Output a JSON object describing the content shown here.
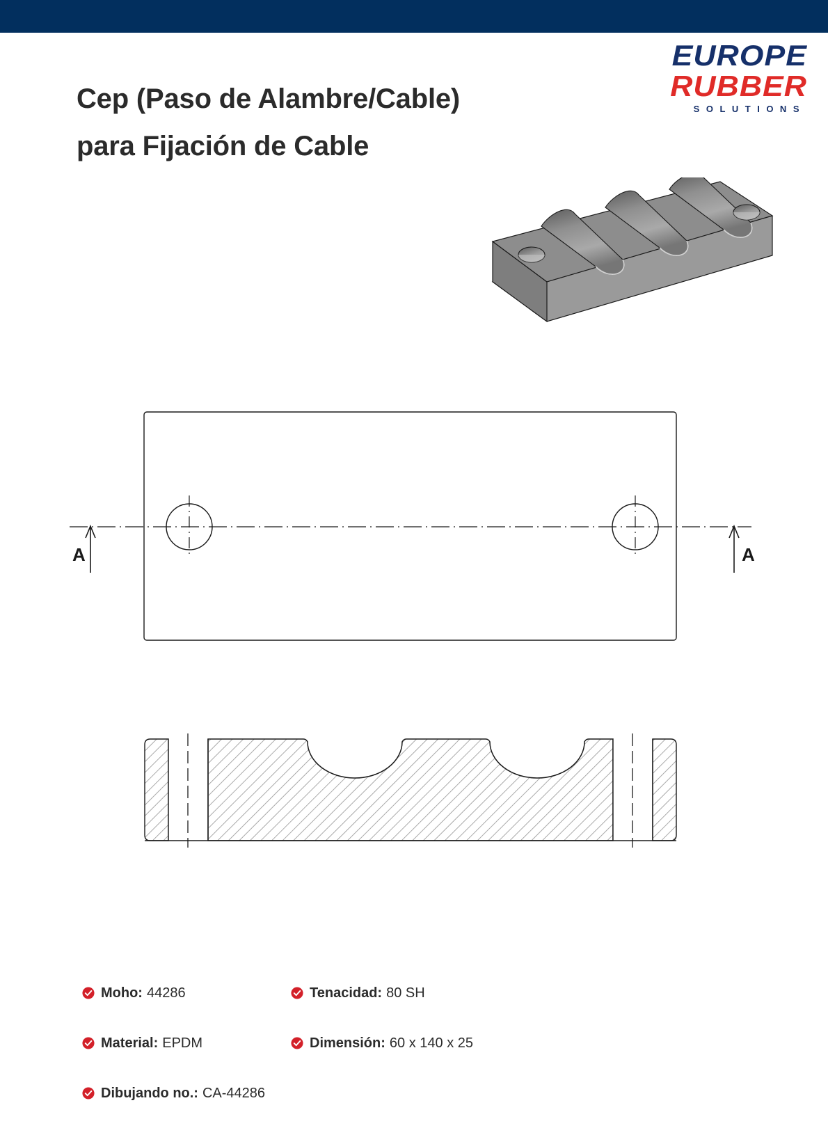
{
  "header": {
    "band_color": "#022f5e"
  },
  "title": {
    "line1": "Cep (Paso de Alambre/Cable)",
    "line2": "para Fijación de Cable"
  },
  "logo": {
    "word1": "EUROPE",
    "word2": "RUBBER",
    "tagline": "SOLUTIONS",
    "navy": "#16306a",
    "red": "#e02b28"
  },
  "drawing": {
    "section_label_left": "A",
    "section_label_right": "A",
    "part_color": "#8a8a8a"
  },
  "specs": {
    "check_color": "#d32029",
    "items": [
      {
        "label": "Moho:",
        "value": "44286"
      },
      {
        "label": "Tenacidad:",
        "value": "80 SH"
      },
      {
        "label": "Material:",
        "value": "EPDM"
      },
      {
        "label": "Dimensión:",
        "value": "60 x 140 x 25"
      },
      {
        "label": "Dibujando no.:",
        "value": "CA-44286"
      }
    ]
  }
}
